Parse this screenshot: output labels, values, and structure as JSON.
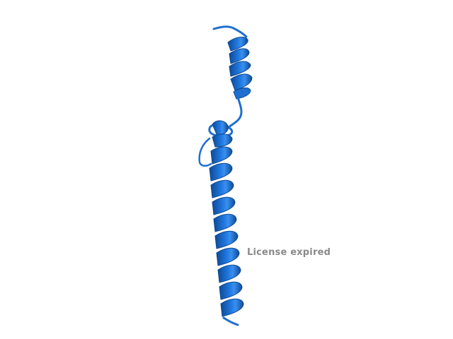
{
  "viewer": {
    "background_color": "#ffffff",
    "watermark": "License expired"
  },
  "molecule": {
    "representation": "cartoon",
    "color": "#1f6fd0",
    "highlight_color": "#4fa0ff",
    "shadow_color": "#0f4a95",
    "elements": [
      "helix-upper",
      "loop-linker",
      "helix-lower"
    ]
  }
}
